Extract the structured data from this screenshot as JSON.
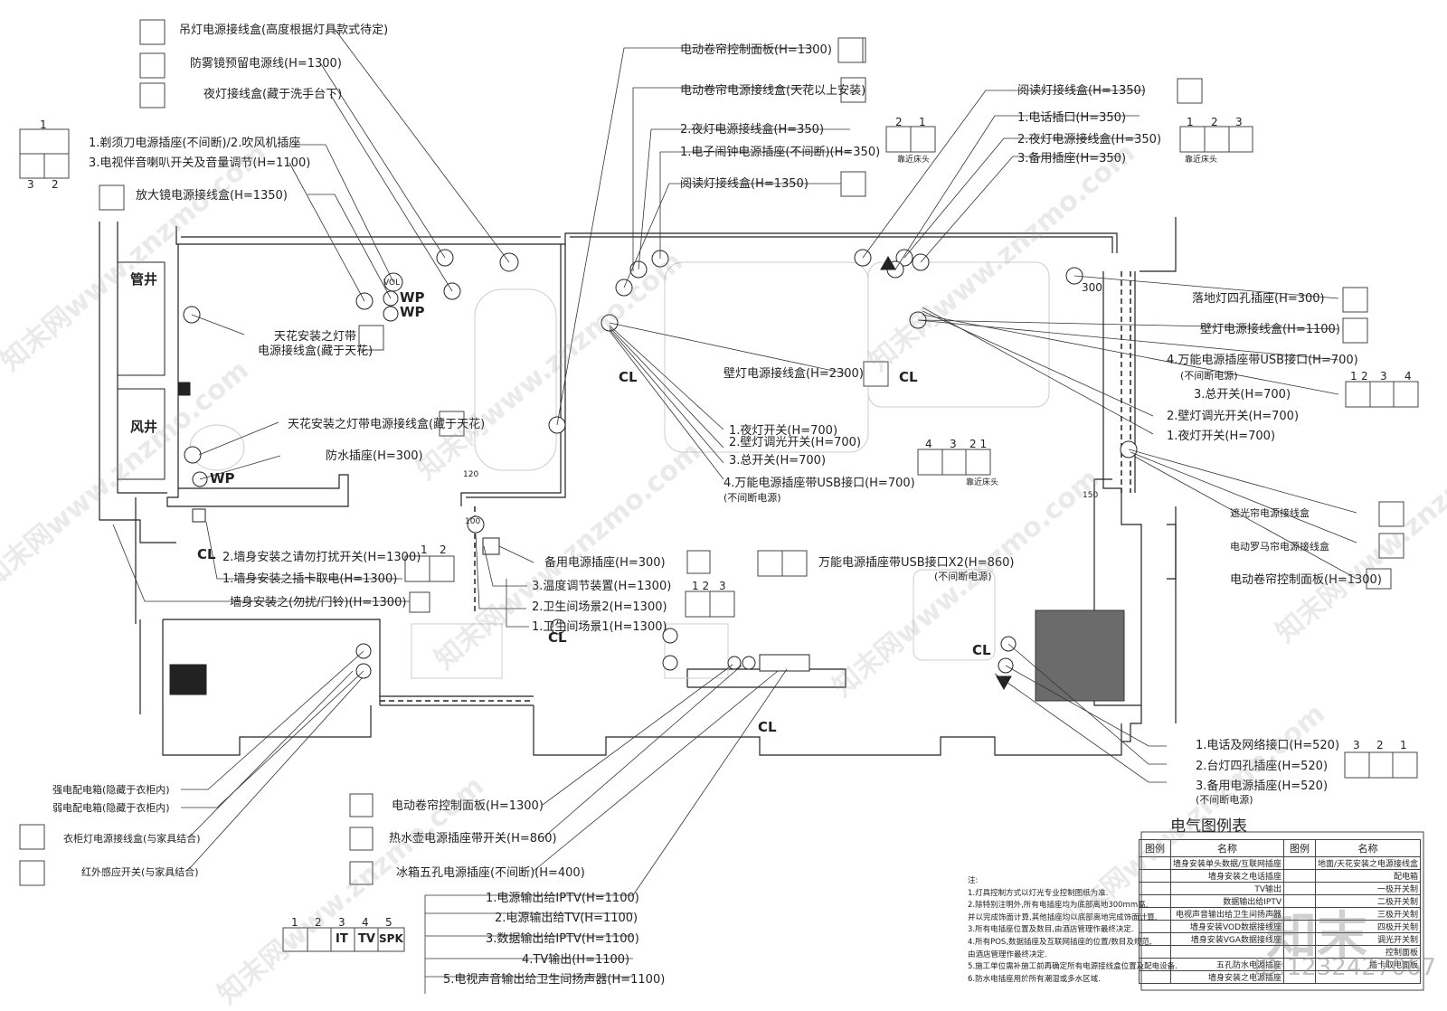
{
  "rooms": {
    "shaft_pipe": "管井",
    "shaft_air": "风井"
  },
  "top_left_labels": [
    "吊灯电源接线盒(高度根据灯具款式待定)",
    "防雾镜预留电源线(H=1300)",
    "夜灯接线盒(藏于洗手台下)",
    "1.剃须刀电源插座(不间断)/2.吹风机插座",
    "3.电视伴音喇叭开关及音量调节(H=1100)",
    "放大镜电源接线盒(H=1350)",
    "天花安装之灯带",
    "电源接线盒(藏于天花)",
    "天花安装之灯带电源接线盒(藏于天花)",
    "防水插座(H=300)"
  ],
  "top_center_labels": [
    "电动卷帘控制面板(H=1300)",
    "电动卷帘电源接线盒(天花以上安装)",
    "2.夜灯电源接线盒(H=350)",
    "1.电子闹钟电源插座(不间断)(H=350)",
    "阅读灯接线盒(H=1350)"
  ],
  "bedside_left_note": "靠近床头",
  "top_right_labels": [
    "阅读灯接线盒(H=1350)",
    "1.电话插口(H=350)",
    "2.夜灯电源接线盒(H=350)",
    "3.备用插座(H=350)"
  ],
  "bedside_right_note": "靠近床头",
  "right_labels": [
    "落地灯四孔插座(H=300)",
    "壁灯电源接线盒(H=1100)",
    "4.万能电源插座带USB接口(H=700)",
    "(不间断电源)",
    "3.总开关(H=700)",
    "2.壁灯调光开关(H=700)",
    "1.夜灯开关(H=700)",
    "遮光帘电源接线盒",
    "电动罗马帘电源接线盒",
    "电动卷帘控制面板(H=1300)"
  ],
  "right_bedside_note": "靠近床头",
  "center_labels": [
    "壁灯电源接线盒(H=2300)",
    "1.夜灯开关(H=700)",
    "2.壁灯调光开关(H=700)",
    "3.总开关(H=700)",
    "4.万能电源插座带USB接口(H=700)",
    "(不间断电源)"
  ],
  "center_bedside_note": "靠近床头",
  "left_mid_labels": [
    "2.墙身安装之请勿打扰开关(H=1300)",
    "1.墙身安装之插卡取电(H=1300)",
    "墙身安装之(勿扰/门铃)(H=1300)"
  ],
  "center_mid_labels": [
    "备用电源插座(H=300)",
    "3.温度调节装置(H=1300)",
    "2.卫生间场景2(H=1300)",
    "1.卫生间场景1(H=1300)",
    "万能电源插座带USB接口X2(H=860)",
    "(不间断电源)"
  ],
  "bottom_right_labels": [
    "1.电话及网络接口(H=520)",
    "2.台灯四孔插座(H=520)",
    "3.备用电源插座(H=520)",
    "(不间断电源)"
  ],
  "bottom_left_labels": [
    "强电配电箱(隐藏于衣柜内)",
    "弱电配电箱(隐藏于衣柜内)",
    "衣柜灯电源接线盒(与家具结合)",
    "红外感应开关(与家具结合)"
  ],
  "bottom_center_labels": [
    "电动卷帘控制面板(H=1300)",
    "热水壶电源插座带开关(H=860)",
    "冰箱五孔电源插座(不间断)(H=400)",
    "1.电源输出给IPTV(H=1100)",
    "2.电源输出给TV(H=1100)",
    "3.数据输出给IPTV(H=1100)",
    "4.TV输出(H=1100)",
    "5.电视声音输出给卫生间扬声器(H=1100)"
  ],
  "tv_panel": {
    "numbers": [
      "1",
      "2",
      "3",
      "4",
      "5"
    ],
    "codes": [
      "IT",
      "TV",
      "SPK"
    ]
  },
  "plan_marks": {
    "cl": "CL",
    "wp": "WP",
    "vol": "VOL",
    "dim300": "300",
    "dim150": "150",
    "dim120": "120",
    "dim100": "100"
  },
  "legend": {
    "title": "电气图例表",
    "head": [
      "图例",
      "名称",
      "图例",
      "名称"
    ],
    "rows": [
      [
        "墙身安装单头数据/互联网插座",
        "地面/天花安装之电源接线盒"
      ],
      [
        "墙身安装之电话插座",
        "配电箱"
      ],
      [
        "TV输出",
        "一极开关制"
      ],
      [
        "数据输出给IPTV",
        "二极开关制"
      ],
      [
        "电视声音输出给卫生间扬声器",
        "三极开关制"
      ],
      [
        "墙身安装VOD数据接线座",
        "四极开关制"
      ],
      [
        "墙身安装VGA数据接线座",
        "调光开关制"
      ],
      [
        "",
        "控制面板"
      ],
      [
        "五孔防水电源插座",
        "插卡取电面板"
      ],
      [
        "墙身安装之电源插座",
        ""
      ]
    ]
  },
  "notes": [
    "注:",
    "1.灯具控制方式以灯光专业控制图纸为准.",
    "2.除特别注明外,所有电插座均为底部离地300mm高,",
    "  并以完成饰面计算,其他插座均以底部离地完成饰面计算.",
    "3.所有电插座位置及数目,由酒店管理作最终决定.",
    "4.所有POS,数据插座及互联网插座的位置/数目及规范,",
    "  由酒店管理作最终决定.",
    "5.施工单位需补施工前再确定所有电源接线盒位置及配电设备.",
    "6.防水电插座用於所有潮湿或多水区域."
  ],
  "watermark": "知末网www.znzmo.com",
  "brand": "知末",
  "image_code": "ID:1232427067"
}
